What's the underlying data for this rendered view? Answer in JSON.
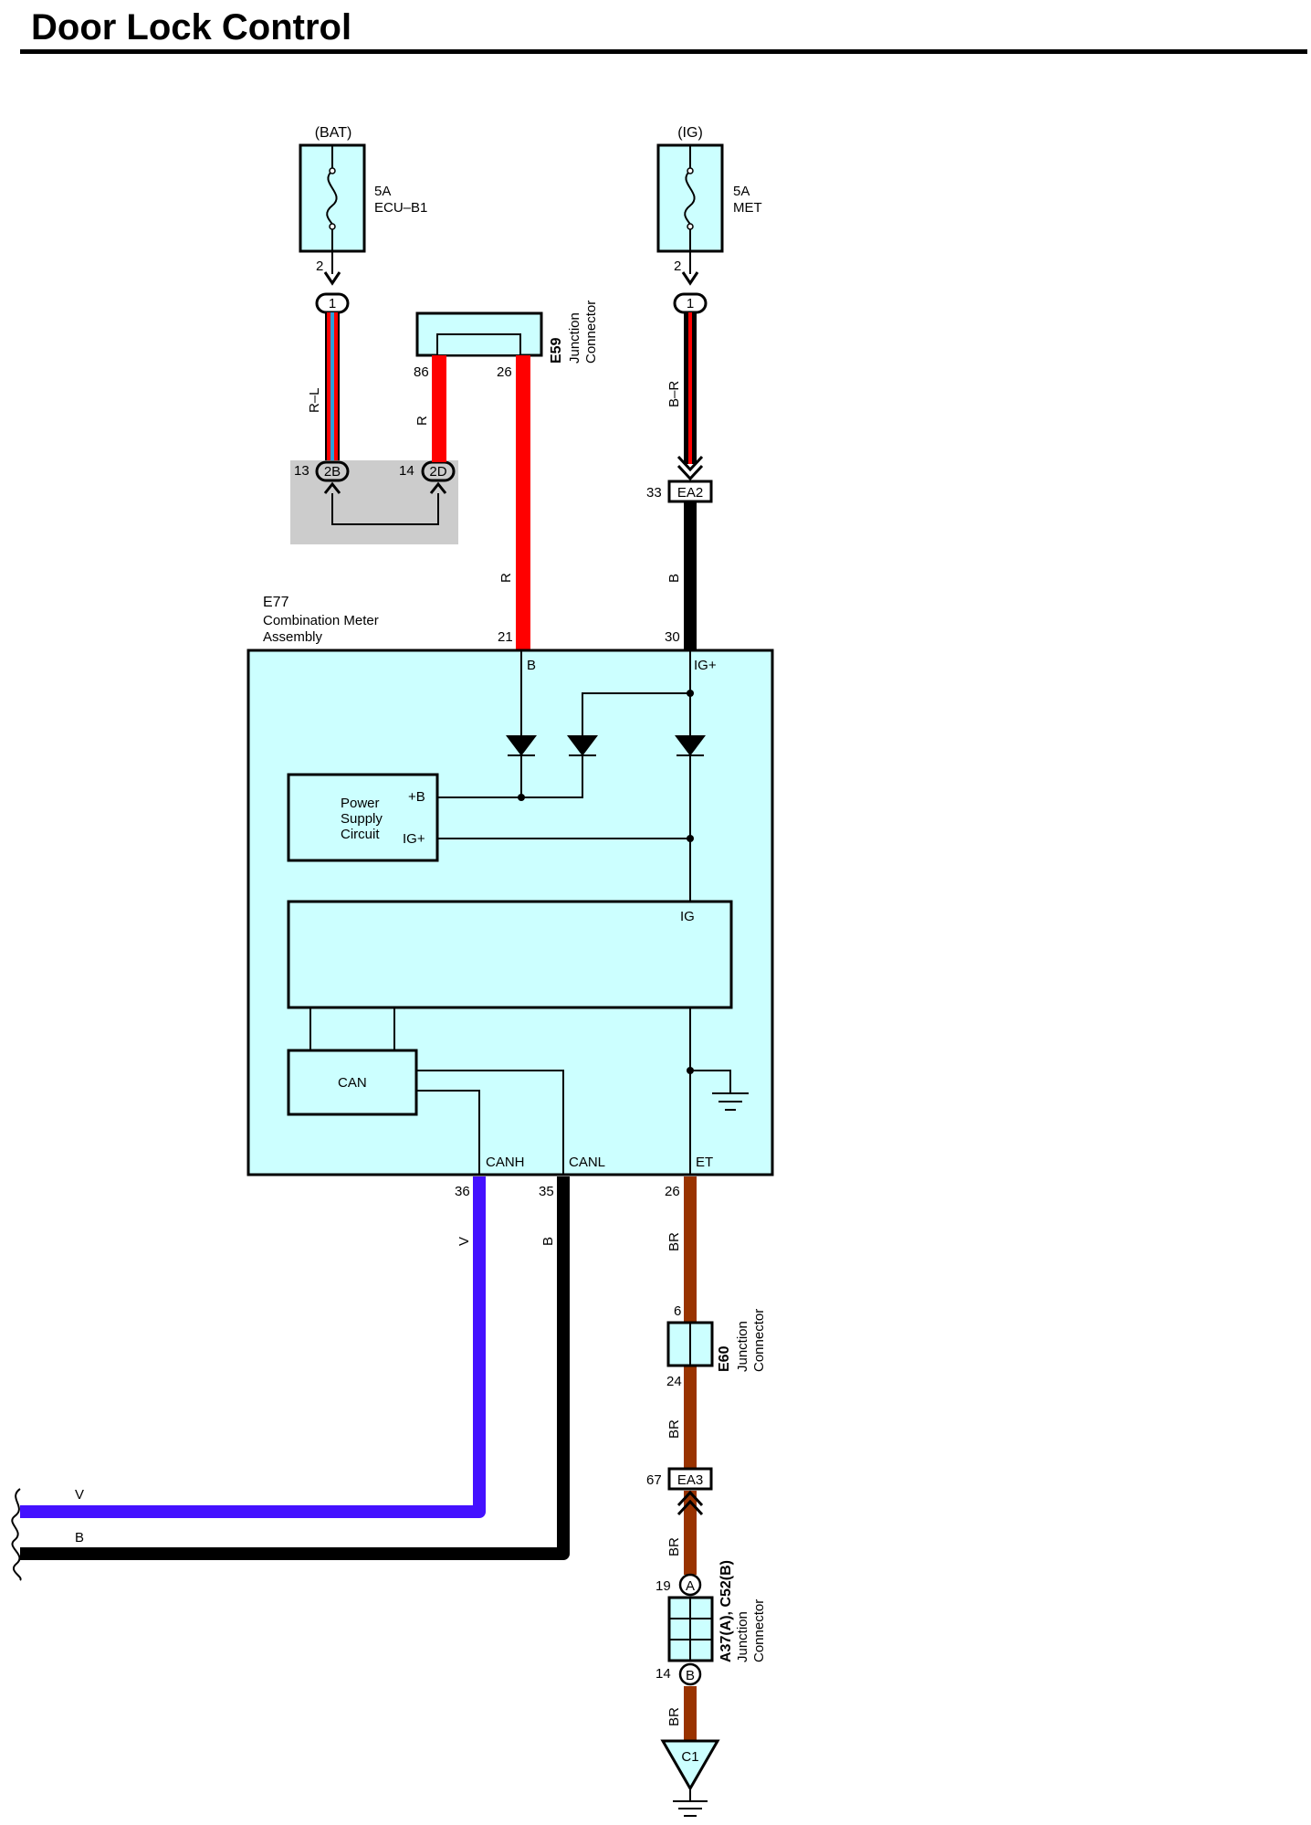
{
  "title": "Door Lock Control",
  "colors": {
    "body_fill": "#ccffff",
    "wire_red": "#ff0000",
    "wire_black": "#000000",
    "wire_violet": "#4411ff",
    "wire_brown": "#993300",
    "wire_blue_stripe": "#2aa0d8",
    "shade": "#cccccc"
  },
  "fuses": {
    "bat": {
      "source": "(BAT)",
      "rating": "5A",
      "name": "ECU–B1",
      "pin": "2",
      "connector": "1"
    },
    "ig": {
      "source": "(IG)",
      "rating": "5A",
      "name": "MET",
      "pin": "2",
      "connector": "1"
    }
  },
  "e59": {
    "code": "E59",
    "line1": "Junction",
    "line2": "Connector",
    "pin_left": "86",
    "pin_right": "26"
  },
  "splice": {
    "left_pin": "13",
    "left_conn": "2B",
    "right_pin": "14",
    "right_conn": "2D"
  },
  "wires": {
    "r_l": "R–L",
    "r_short": "R",
    "r_long": "R",
    "b_r": "B–R",
    "b_ig": "B",
    "v": "V",
    "b_canl": "B",
    "br1": "BR",
    "br2": "BR",
    "br3": "BR",
    "br4": "BR",
    "v_bus": "V",
    "b_bus": "B"
  },
  "ea2": {
    "code": "EA2",
    "pin": "33"
  },
  "e77": {
    "code": "E77",
    "line1": "Combination Meter",
    "line2": "Assembly",
    "pin_b": "21",
    "pin_ig": "30",
    "term_b": "B",
    "term_ig": "IG+",
    "psc_line1": "Power",
    "psc_line2": "Supply",
    "psc_line3": "Circuit",
    "psc_b": "+B",
    "psc_ig": "IG+",
    "ig_label": "IG",
    "can": "CAN",
    "term_canh": "CANH",
    "term_canl": "CANL",
    "term_et": "ET",
    "pin_canh": "36",
    "pin_canl": "35",
    "pin_et": "26"
  },
  "e60": {
    "code": "E60",
    "line1": "Junction",
    "line2": "Connector",
    "pin_top": "6",
    "pin_bottom": "24"
  },
  "ea3": {
    "code": "EA3",
    "pin": "67"
  },
  "a37": {
    "code": "A37(A), C52(B)",
    "line1": "Junction",
    "line2": "Connector",
    "pin_top": "19",
    "conn_top": "A",
    "pin_bottom": "14",
    "conn_bottom": "B"
  },
  "ground": {
    "code": "C1"
  }
}
